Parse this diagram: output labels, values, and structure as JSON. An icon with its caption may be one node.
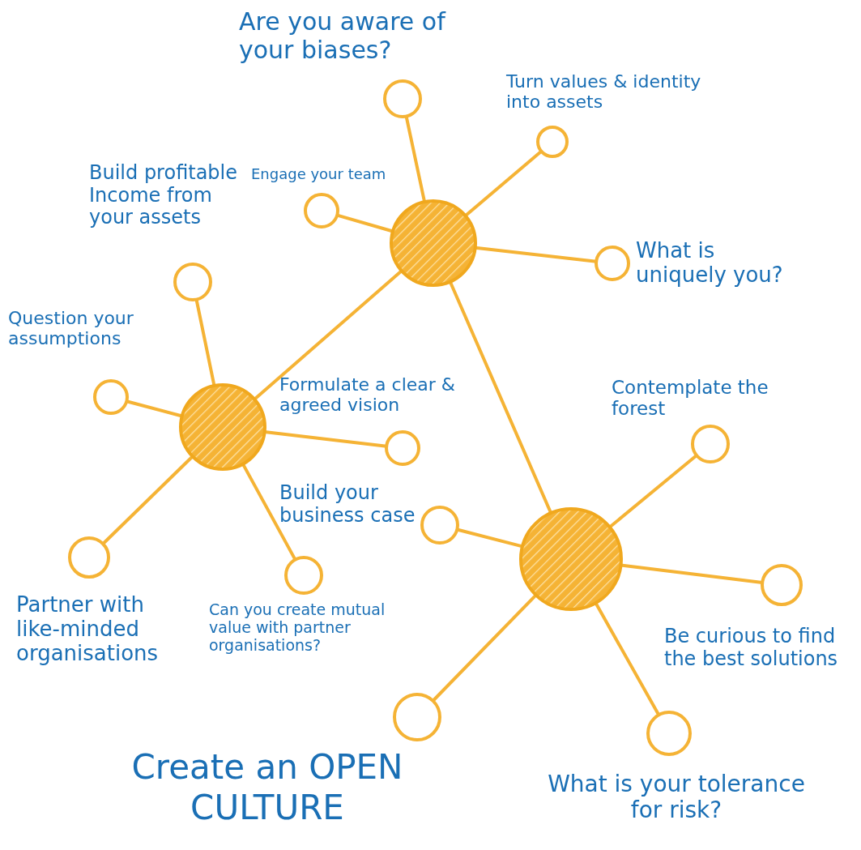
{
  "diagram": {
    "title": "Create an OPEN CULTURE",
    "nodes": [
      {
        "text": [],
        "shape": "circle",
        "beside": [
          "Are you aware of your biases?"
        ]
      },
      {
        "text": [],
        "shape": "circle",
        "beside": [
          "Turn values & identity into assets"
        ]
      },
      {
        "text": [],
        "shape": "circle",
        "beside": [
          "Engage your team"
        ]
      },
      {
        "text": [],
        "shape": "circle"
      },
      {
        "text": [],
        "shape": "circle",
        "beside": [
          "Build profitable Income from your assets"
        ]
      },
      {
        "text": [],
        "shape": "circle",
        "beside": [
          "What is uniquely you?"
        ]
      },
      {
        "text": [],
        "shape": "circle",
        "beside": [
          "Question your assumptions"
        ]
      },
      {
        "text": [],
        "shape": "circle"
      },
      {
        "text": [],
        "shape": "circle",
        "beside": [
          "Formulate a clear & agreed vision"
        ]
      },
      {
        "text": [],
        "shape": "circle",
        "beside": [
          "Contemplate the forest"
        ]
      },
      {
        "text": [],
        "shape": "circle",
        "beside": [
          "Build your business case"
        ]
      },
      {
        "text": [],
        "shape": "circle"
      },
      {
        "text": [],
        "shape": "circle",
        "beside": [
          "Partner with like-minded organisations"
        ]
      },
      {
        "text": [],
        "shape": "circle",
        "beside": [
          "Can you create mutual value with partner organisations?"
        ]
      },
      {
        "text": [],
        "shape": "circle",
        "beside": [
          "Be curious to find the best solutions"
        ]
      },
      {
        "text": [],
        "shape": "circle"
      },
      {
        "text": [],
        "shape": "circle",
        "beside": [
          "What is your tolerance for risk?"
        ]
      }
    ],
    "edges": [
      {
        "from": 3,
        "to": 0,
        "arrow": "none"
      },
      {
        "from": 3,
        "to": 1,
        "arrow": "none"
      },
      {
        "from": 3,
        "to": 2,
        "arrow": "none"
      },
      {
        "from": 3,
        "to": 5,
        "arrow": "none"
      },
      {
        "from": 3,
        "to": 7,
        "arrow": "none"
      },
      {
        "from": 3,
        "to": 11,
        "arrow": "none"
      },
      {
        "from": 7,
        "to": 4,
        "arrow": "none"
      },
      {
        "from": 7,
        "to": 6,
        "arrow": "none"
      },
      {
        "from": 7,
        "to": 8,
        "arrow": "none"
      },
      {
        "from": 7,
        "to": 12,
        "arrow": "none"
      },
      {
        "from": 7,
        "to": 13,
        "arrow": "none"
      },
      {
        "from": 11,
        "to": 9,
        "arrow": "none"
      },
      {
        "from": 11,
        "to": 10,
        "arrow": "none"
      },
      {
        "from": 11,
        "to": 14,
        "arrow": "none"
      },
      {
        "from": 11,
        "to": 15,
        "arrow": "none"
      },
      {
        "from": 11,
        "to": 16,
        "arrow": "none"
      }
    ]
  }
}
